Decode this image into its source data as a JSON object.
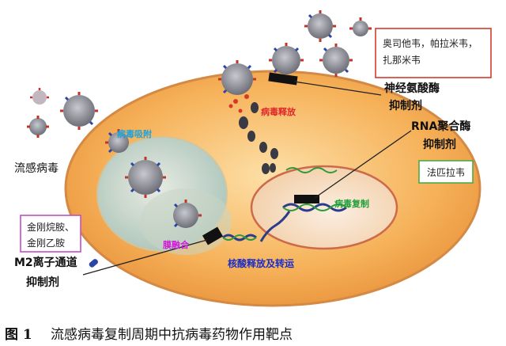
{
  "figure": {
    "labels": {
      "influenza_virus": "流感病毒",
      "virus_adsorption": "病毒吸附",
      "virus_release": "病毒释放",
      "membrane_fusion": "膜融合",
      "virus_replication": "病毒复制",
      "nucleic_acid_release": "核酸释放及转运",
      "neuraminidase_inhibitor": "神经氨酸酶\n抑制剂",
      "rna_polymerase_inhibitor": "RNA聚合酶\n抑制剂",
      "m2_inhibitor": "M2离子通道\n抑制剂"
    },
    "drug_boxes": {
      "neuraminidase_drugs": "奥司他韦，帕拉米韦，\n扎那米韦",
      "rna_polymerase_drugs": "法匹拉韦",
      "m2_drugs": "金刚烷胺、\n金刚乙胺"
    },
    "colors": {
      "cell_fill": "#f6b25a",
      "cell_edge": "#d89a57",
      "nucleus_fill": "#f6dcc2",
      "nucleus_edge": "#cc6a4a",
      "endosome_fill": "#b9d2cd",
      "virus_core": "#8e8e96",
      "spike_red": "#c0342a",
      "spike_blue": "#2b44a8",
      "drug_box_red": "#d33a2c",
      "drug_box_green": "#4fa84a",
      "drug_box_purple": "#c34ec7",
      "label_red": "#e0262a",
      "label_green": "#21a03a",
      "label_blue": "#1a2cc8",
      "label_magenta": "#d21bd8",
      "label_cyan": "#1aa3e0"
    }
  },
  "caption": {
    "number": "图 1",
    "text": "流感病毒复制周期中抗病毒药物作用靶点"
  }
}
